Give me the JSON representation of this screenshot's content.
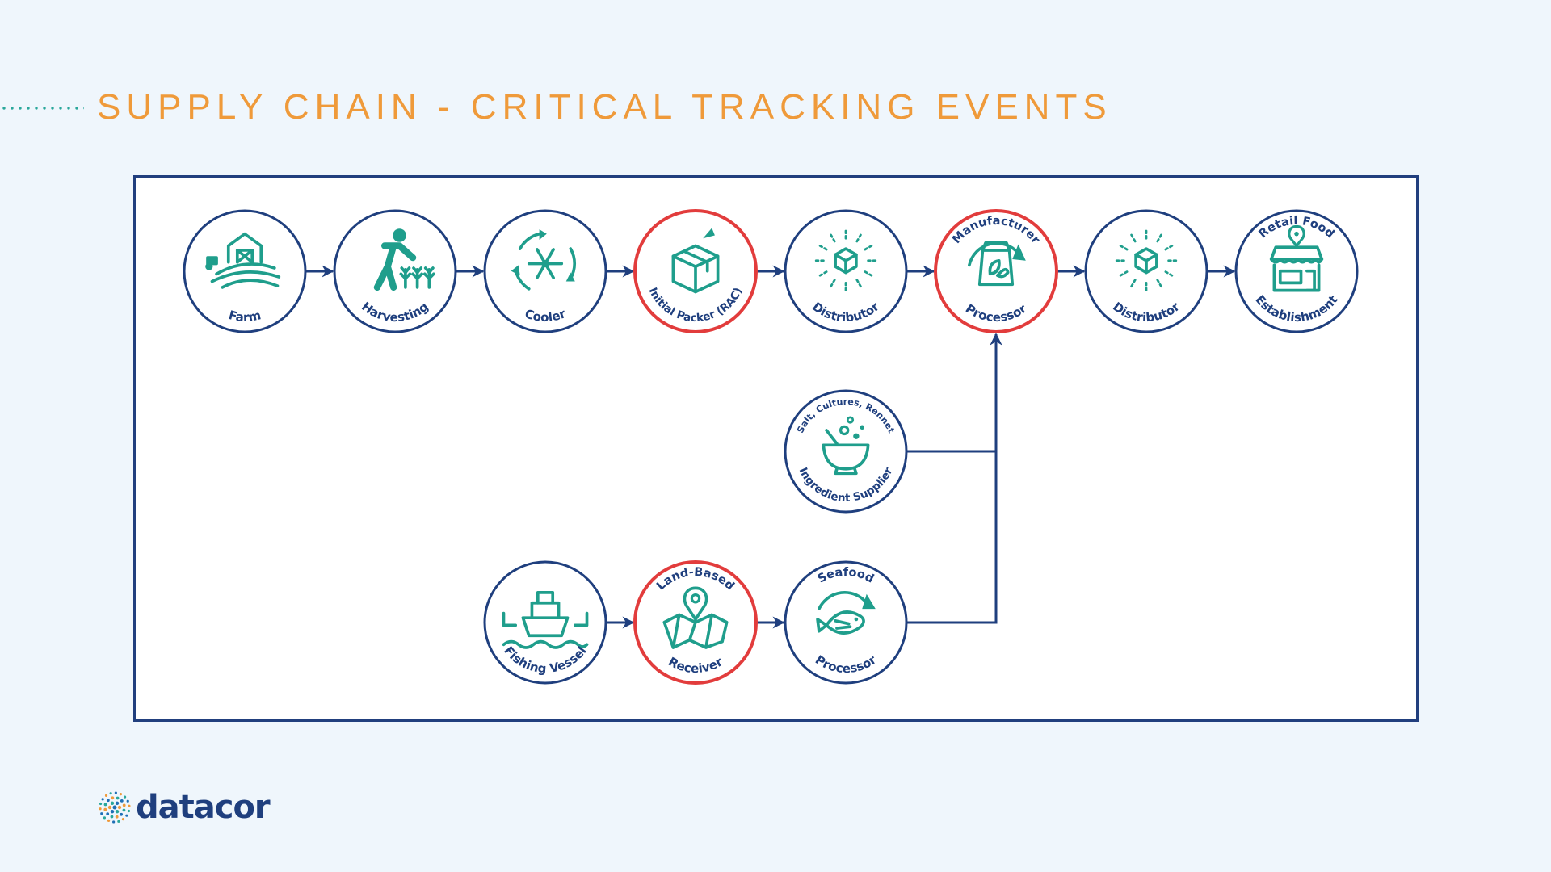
{
  "header": {
    "title": "SUPPLY CHAIN - CRITICAL TRACKING EVENTS"
  },
  "brand": {
    "name": "datacor"
  },
  "colors": {
    "background": "#eff6fc",
    "title": "#ef9a3a",
    "navy": "#1f3f7e",
    "icon_teal": "#1f9e8c",
    "critical_red": "#e23c3c"
  },
  "nodes": [
    {
      "id": "farm",
      "label_top": "",
      "label_bottom": "Farm",
      "icon": "farm-barn-icon",
      "critical": false
    },
    {
      "id": "harvesting",
      "label_top": "",
      "label_bottom": "Harvesting",
      "icon": "harvester-person-icon",
      "critical": false
    },
    {
      "id": "cooler",
      "label_top": "",
      "label_bottom": "Cooler",
      "icon": "snowflake-cycle-icon",
      "critical": false
    },
    {
      "id": "initial-packer",
      "label_top": "",
      "label_bottom": "Initial Packer (RAC)",
      "icon": "package-box-icon",
      "critical": true
    },
    {
      "id": "distributor-1",
      "label_top": "",
      "label_bottom": "Distributor",
      "icon": "distribution-cube-icon",
      "critical": false
    },
    {
      "id": "manufacturer-processor",
      "label_top": "Manufacturer",
      "label_bottom": "Processor",
      "icon": "processing-bag-icon",
      "critical": true
    },
    {
      "id": "distributor-2",
      "label_top": "",
      "label_bottom": "Distributor",
      "icon": "distribution-cube-icon",
      "critical": false
    },
    {
      "id": "retail",
      "label_top": "Retail Food",
      "label_bottom": "Establishment",
      "icon": "store-front-icon",
      "critical": false
    },
    {
      "id": "ingredient-supplier",
      "label_top": "Salt, Cultures, Rennet",
      "label_bottom": "Ingredient Supplier",
      "icon": "mixing-bowl-icon",
      "critical": false
    },
    {
      "id": "fishing-vessel",
      "label_top": "",
      "label_bottom": "Fishing Vessel",
      "icon": "fishing-boat-icon",
      "critical": false
    },
    {
      "id": "land-based-receiver",
      "label_top": "Land-Based",
      "label_bottom": "Receiver",
      "icon": "location-map-icon",
      "critical": true
    },
    {
      "id": "seafood-processor",
      "label_top": "Seafood",
      "label_bottom": "Processor",
      "icon": "fish-cycle-icon",
      "critical": false
    }
  ],
  "edges": [
    {
      "from": "farm",
      "to": "harvesting"
    },
    {
      "from": "harvesting",
      "to": "cooler"
    },
    {
      "from": "cooler",
      "to": "initial-packer"
    },
    {
      "from": "initial-packer",
      "to": "distributor-1"
    },
    {
      "from": "distributor-1",
      "to": "manufacturer-processor"
    },
    {
      "from": "manufacturer-processor",
      "to": "distributor-2"
    },
    {
      "from": "distributor-2",
      "to": "retail"
    },
    {
      "from": "fishing-vessel",
      "to": "land-based-receiver"
    },
    {
      "from": "land-based-receiver",
      "to": "seafood-processor"
    },
    {
      "from": "ingredient-supplier",
      "to": "manufacturer-processor"
    },
    {
      "from": "seafood-processor",
      "to": "manufacturer-processor"
    }
  ]
}
